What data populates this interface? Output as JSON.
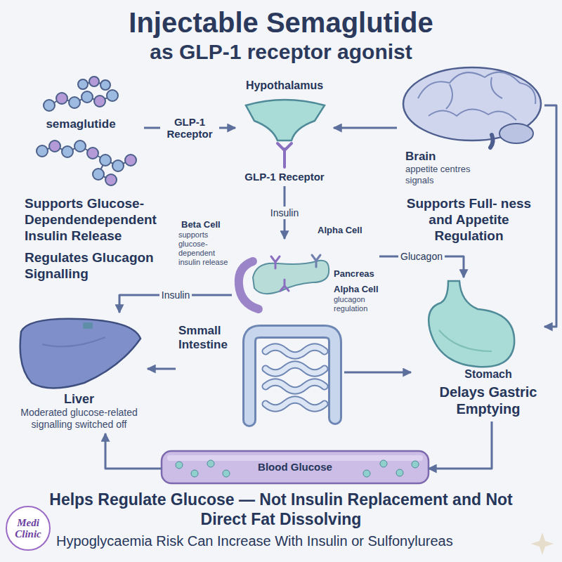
{
  "diagram": {
    "title": "Injectable Semaglutide",
    "caption": "Helps Regulate Glucose — Not Insulin Replacement and Not Direct Fat Dissolving",
    "nodes": [
      {
        "text": [
          "semaglutide"
        ]
      },
      {
        "text": [
          "Hypothalamus",
          "GLP-1 Receptor"
        ]
      },
      {
        "text": [
          "Brain",
          "appetite centres signals"
        ]
      },
      {
        "text": [
          "Pancreas"
        ]
      },
      {
        "text": [
          "Liver",
          "Moderated glucose-related signalling switched off"
        ]
      },
      {
        "text": [
          "Smmall Intestine"
        ]
      },
      {
        "text": [
          "Stomach",
          "Delays Gastric Emptying"
        ]
      },
      {
        "text": [
          "Blood Glucose"
        ]
      }
    ],
    "edges": [
      {
        "from": 0,
        "to": 1,
        "arrow": "to",
        "label": "GLP-1 Receptor"
      },
      {
        "from": 2,
        "to": 1,
        "arrow": "to"
      },
      {
        "from": 1,
        "to": 3,
        "arrow": "to",
        "label": "Insulin"
      },
      {
        "from": 2,
        "to": 6,
        "arrow": "to"
      },
      {
        "from": 3,
        "to": 4,
        "arrow": "to",
        "label": "Insulin"
      },
      {
        "from": 3,
        "to": 6,
        "arrow": "to",
        "label": "Glucagon"
      },
      {
        "from": 5,
        "to": 4,
        "arrow": "to"
      },
      {
        "from": 5,
        "to": 6,
        "arrow": "to"
      },
      {
        "from": 6,
        "to": 7,
        "arrow": "to"
      },
      {
        "from": 7,
        "to": 4,
        "arrow": "to"
      }
    ],
    "labels": [
      "as GLP-1 receptor agonist",
      "Supports Glucose- Dependendependent Insulin Release",
      "Supports Full- ness and Appetite Regulation",
      "Beta Cell",
      "supports glucose-dependent insulin release",
      "Alpha Cell",
      "Regulates Glucagon Signalling",
      "Alpha Cell",
      "glucagon regulation",
      "Hypoglycaemia Risk Can Increase With Insulin or Sulfonylureas",
      "Medi Clinic"
    ]
  }
}
